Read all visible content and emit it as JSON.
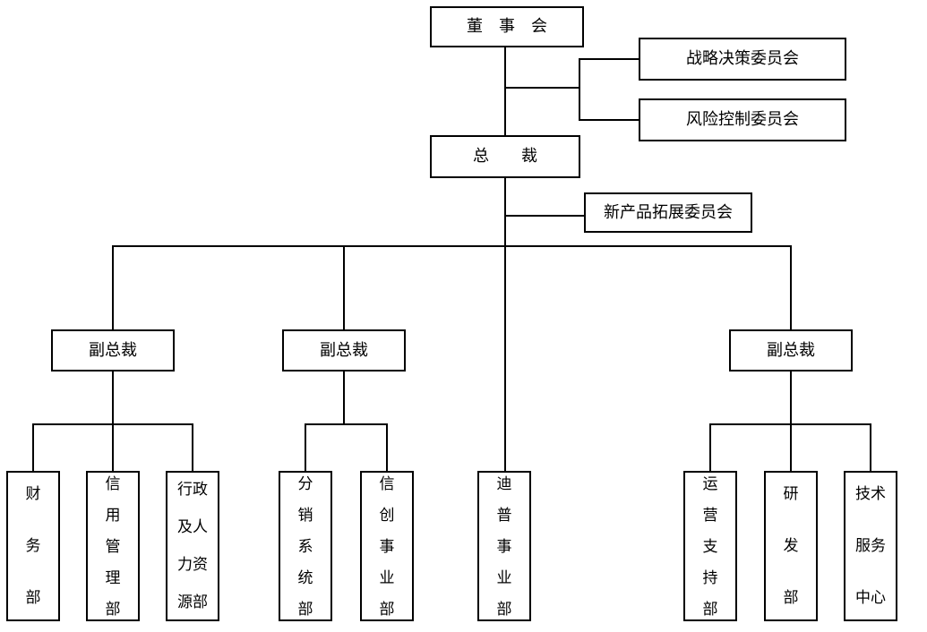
{
  "diagram_type": "organization-chart",
  "colors": {
    "line": "#000000",
    "background": "#ffffff",
    "box_background": "#ffffff",
    "text": "#000000"
  },
  "nodes": {
    "board": {
      "label": "董　事　会"
    },
    "president": {
      "label": "总　　裁"
    },
    "strategy_committee": {
      "label": "战略决策委员会"
    },
    "risk_committee": {
      "label": "风险控制委员会"
    },
    "new_product_committee": {
      "label": "新产品拓展委员会"
    },
    "vp_left": {
      "label": "副总裁"
    },
    "vp_middle": {
      "label": "副总裁"
    },
    "vp_right": {
      "label": "副总裁"
    },
    "finance_dept": {
      "label": "财\n务\n部"
    },
    "credit_management_dept": {
      "label": "信\n用\n管\n理\n部"
    },
    "admin_hr_dept": {
      "label": "行政\n及人\n力资\n源部"
    },
    "distribution_system_dept": {
      "label": "分\n销\n系\n统\n部"
    },
    "xinchuang_business_dept": {
      "label": "信\n创\n事\n业\n部"
    },
    "dipu_business_dept": {
      "label": "迪\n普\n事\n业\n部"
    },
    "operations_support_dept": {
      "label": "运\n营\n支\n持\n部"
    },
    "rd_dept": {
      "label": "研\n发\n部"
    },
    "tech_service_center": {
      "label": "技术\n服务\n中心"
    }
  }
}
